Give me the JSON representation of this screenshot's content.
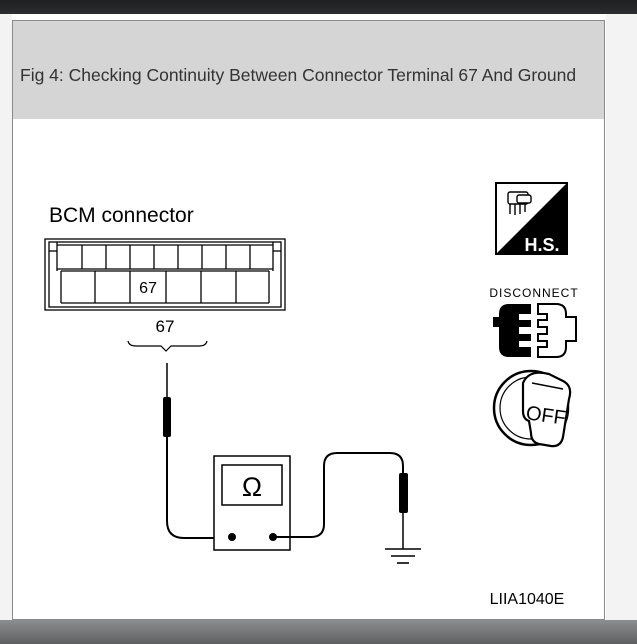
{
  "caption": "Fig 4: Checking Continuity Between Connector Terminal 67 And Ground",
  "diagram": {
    "connector_label": "BCM connector",
    "cavity_label": "67",
    "terminal_label": "67",
    "meter_symbol": "Ω",
    "badges": {
      "hs": "H.S.",
      "disconnect": "DISCONNECT",
      "off": "OFF"
    },
    "figure_code": "LIIA1040E"
  }
}
